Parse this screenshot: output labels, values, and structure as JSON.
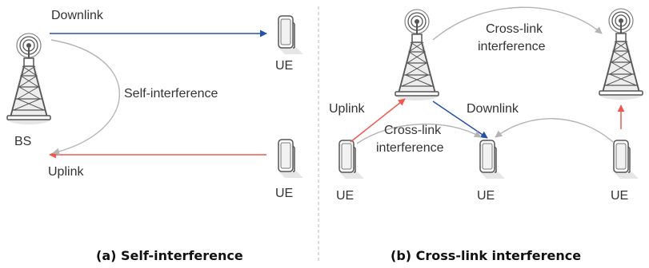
{
  "colors": {
    "downlink": "#2452a8",
    "uplink": "#ee5a4e",
    "interference": "#b4b4b4",
    "divider": "#b8b8b8",
    "text": "#333333"
  },
  "panel_a": {
    "downlink_label": "Downlink",
    "uplink_label": "Uplink",
    "self_interference_label": "Self-interference",
    "bs_label": "BS",
    "ue_top_label": "UE",
    "ue_bottom_label": "UE",
    "caption": "(a) Self-interference"
  },
  "panel_b": {
    "cross_link_top_line1": "Cross-link",
    "cross_link_top_line2": "interference",
    "uplink_label": "Uplink",
    "downlink_label": "Downlink",
    "cross_link_bottom_line1": "Cross-link",
    "cross_link_bottom_line2": "interference",
    "ue_left_label": "UE",
    "ue_middle_label": "UE",
    "ue_right_label": "UE",
    "caption": "(b) Cross-link interference"
  },
  "icons": {
    "base_station": "cell-tower-icon",
    "user_equipment": "smartphone-icon"
  }
}
